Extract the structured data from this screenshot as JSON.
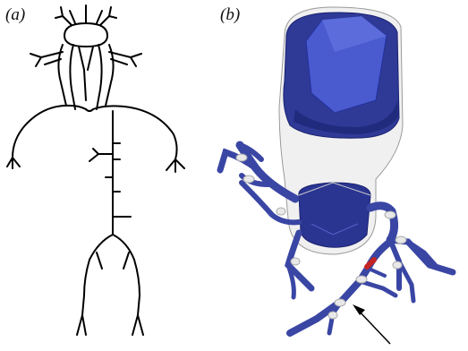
{
  "figure": {
    "panel_a_label": "(a)",
    "panel_b_label": "(b)"
  },
  "colors": {
    "tree_stroke": "#000000",
    "vessel_fill": "#3d4aa8",
    "vessel_dark": "#1f2a7a",
    "chamber_fill": "#2b3590",
    "capsule_fill": "#dcdcdc",
    "highlight_red": "#c02020"
  },
  "annotations": {
    "arrow": "pointer-arrow"
  }
}
